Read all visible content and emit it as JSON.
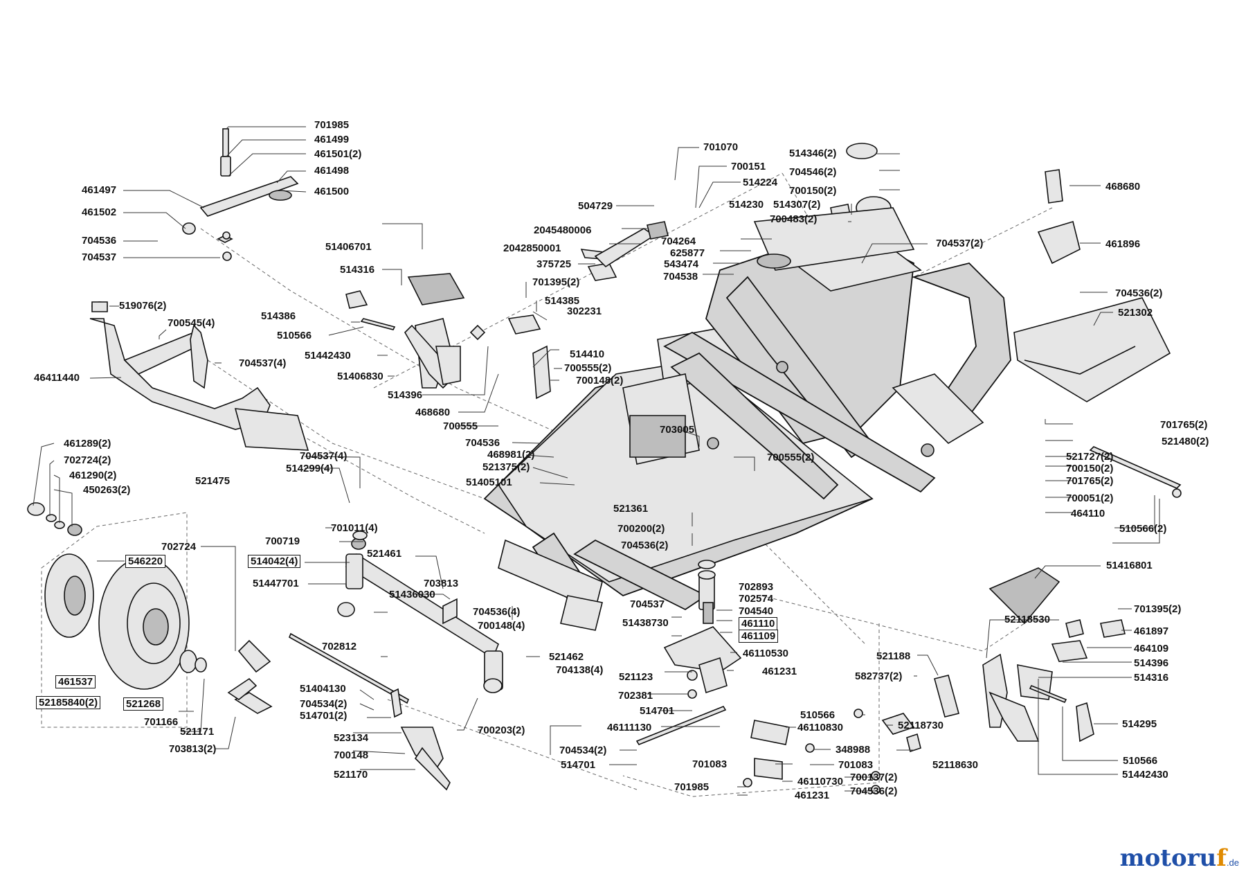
{
  "labels": {
    "p701985_a": "701985",
    "p461499": "461499",
    "p461501": "461501(2)",
    "p461498": "461498",
    "p461497": "461497",
    "p461500": "461500",
    "p461502": "461502",
    "p704536_a": "704536",
    "p704537_a": "704537",
    "p519076": "519076(2)",
    "p700545": "700545(4)",
    "p704537_4a": "704537(4)",
    "p46411440": "46411440",
    "p461289": "461289(2)",
    "p702724_2": "702724(2)",
    "p461290": "461290(2)",
    "p450263": "450263(2)",
    "p521475": "521475",
    "p704537_4b": "704537(4)",
    "p514299": "514299(4)",
    "p701011": "701011(4)",
    "p700719": "700719",
    "p546220": "546220",
    "p702724": "702724",
    "p514042": "514042(4)",
    "p51447701": "51447701",
    "p521461": "521461",
    "p703813": "703813",
    "p51436030": "51436030",
    "p704536_4": "704536(4)",
    "p700148_4": "700148(4)",
    "p521462": "521462",
    "p704138": "704138(4)",
    "p702812": "702812",
    "p461537": "461537",
    "p52185840": "52185840(2)",
    "p521268": "521268",
    "p701166": "701166",
    "p521171": "521171",
    "p703813_2": "703813(2)",
    "p51404130": "51404130",
    "p704534_2a": "704534(2)",
    "p514701_2": "514701(2)",
    "p523134": "523134",
    "p700148": "700148",
    "p521170": "521170",
    "p700203": "700203(2)",
    "p51406701": "51406701",
    "p514316_a": "514316",
    "p514386": "514386",
    "p510566_a": "510566",
    "p51442430_a": "51442430",
    "p51406830": "51406830",
    "p514396_a": "514396",
    "p468680_a": "468680",
    "p700555": "700555",
    "p704536_b": "704536",
    "p468981": "468981(2)",
    "p521375": "521375(2)",
    "p51405101": "51405101",
    "p701070": "701070",
    "p700151": "700151",
    "p514224": "514224",
    "p504729": "504729",
    "p2045480006": "2045480006",
    "p2042850001": "2042850001",
    "p375725": "375725",
    "p701395_2a": "701395(2)",
    "p514385": "514385",
    "p302231": "302231",
    "p514410": "514410",
    "p700555_2a": "700555(2)",
    "p700148_2": "700148(2)",
    "p703005": "703005",
    "p521361": "521361",
    "p700200": "700200(2)",
    "p704536_2a": "704536(2)",
    "p700555_2b": "700555(2)",
    "p514346": "514346(2)",
    "p704546": "704546(2)",
    "p700150_2a": "700150(2)",
    "p514230": "514230",
    "p514307": "514307(2)",
    "p700483": "700483(2)",
    "p704264": "704264",
    "p625877": "625877",
    "p543474": "543474",
    "p704538": "704538",
    "p704537_2": "704537(2)",
    "p468680_b": "468680",
    "p461896": "461896",
    "p704536_2b": "704536(2)",
    "p521302": "521302",
    "p701765_2a": "701765(2)",
    "p521480": "521480(2)",
    "p521727": "521727(2)",
    "p700150_2b": "700150(2)",
    "p701765_2b": "701765(2)",
    "p700051": "700051(2)",
    "p464110": "464110",
    "p510566_2": "510566(2)",
    "p702893": "702893",
    "p702574": "702574",
    "p704537_b": "704537",
    "p704540": "704540",
    "p51438730": "51438730",
    "p461110": "461110",
    "p461109": "461109",
    "p46110530": "46110530",
    "p521123": "521123",
    "p461231_a": "461231",
    "p702381": "702381",
    "p514701_a": "514701",
    "p46111130": "46111130",
    "p704534_2b": "704534(2)",
    "p514701_b": "514701",
    "p51416801": "51416801",
    "p52118530": "52118530",
    "p701395_2b": "701395(2)",
    "p461897": "461897",
    "p464109": "464109",
    "p514396_b": "514396",
    "p514316_b": "514316",
    "p521188": "521188",
    "p582737": "582737(2)",
    "p510566_b": "510566",
    "p52118730": "52118730",
    "p46110830": "46110830",
    "p348988": "348988",
    "p701083_a": "701083",
    "p52118630": "52118630",
    "p701083_b": "701083",
    "p46110730": "46110730",
    "p700137": "700137(2)",
    "p701985_b": "701985",
    "p704536_2c": "704536(2)",
    "p461231_b": "461231",
    "p514295": "514295",
    "p510566_c": "510566",
    "p51442430_b": "51442430"
  },
  "logo": {
    "brand_main": "motoru",
    "brand_accent": "f",
    "tld": ".de"
  }
}
